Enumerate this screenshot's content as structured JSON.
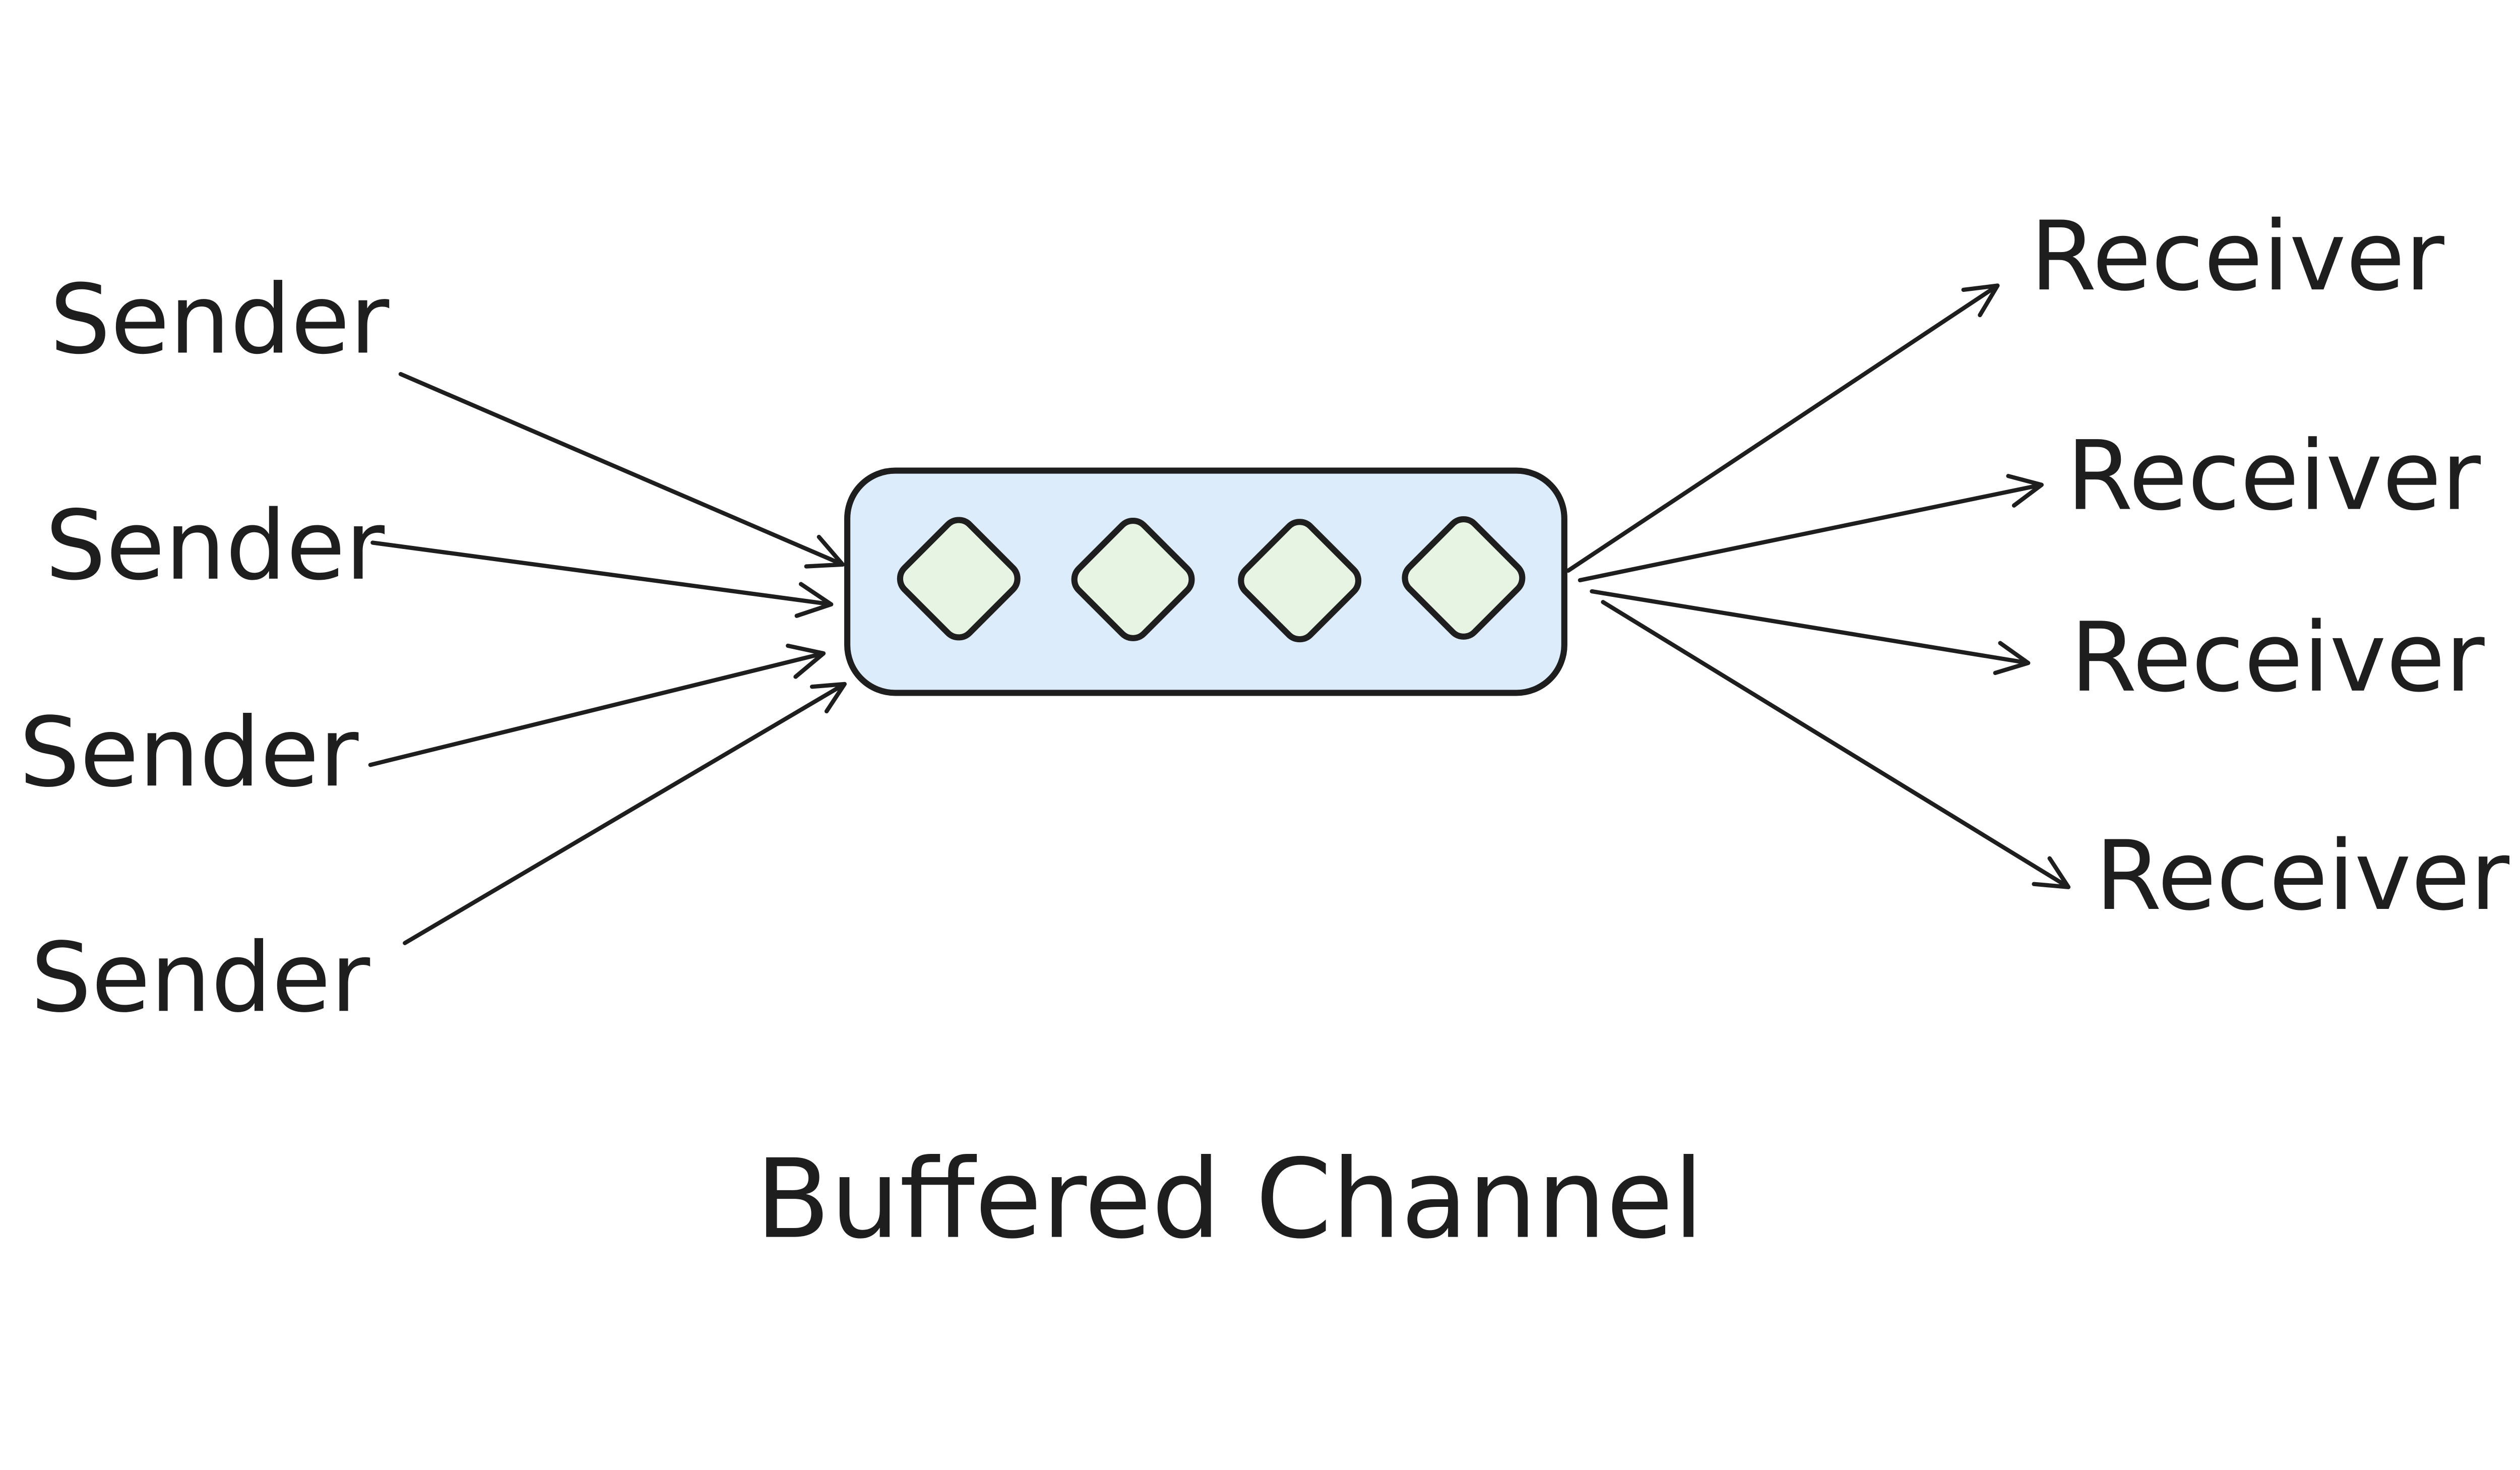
{
  "diagram": {
    "title": "Buffered Channel",
    "channel": {
      "capacity": 4,
      "slot_shape": "diamond"
    },
    "senders": [
      {
        "label": "Sender"
      },
      {
        "label": "Sender"
      },
      {
        "label": "Sender"
      },
      {
        "label": "Sender"
      }
    ],
    "receivers": [
      {
        "label": "Receiver"
      },
      {
        "label": "Receiver"
      },
      {
        "label": "Receiver"
      },
      {
        "label": "Receiver"
      }
    ],
    "edges": [
      {
        "from": "sender-1",
        "to": "channel"
      },
      {
        "from": "sender-2",
        "to": "channel"
      },
      {
        "from": "sender-3",
        "to": "channel"
      },
      {
        "from": "sender-4",
        "to": "channel"
      },
      {
        "from": "channel",
        "to": "receiver-1"
      },
      {
        "from": "channel",
        "to": "receiver-2"
      },
      {
        "from": "channel",
        "to": "receiver-3"
      },
      {
        "from": "channel",
        "to": "receiver-4"
      }
    ]
  },
  "colors": {
    "background": "#ffffff",
    "stroke": "#1e1e1e",
    "channel_fill": "#ddecfa",
    "slot_fill": "#e7f4e3"
  }
}
